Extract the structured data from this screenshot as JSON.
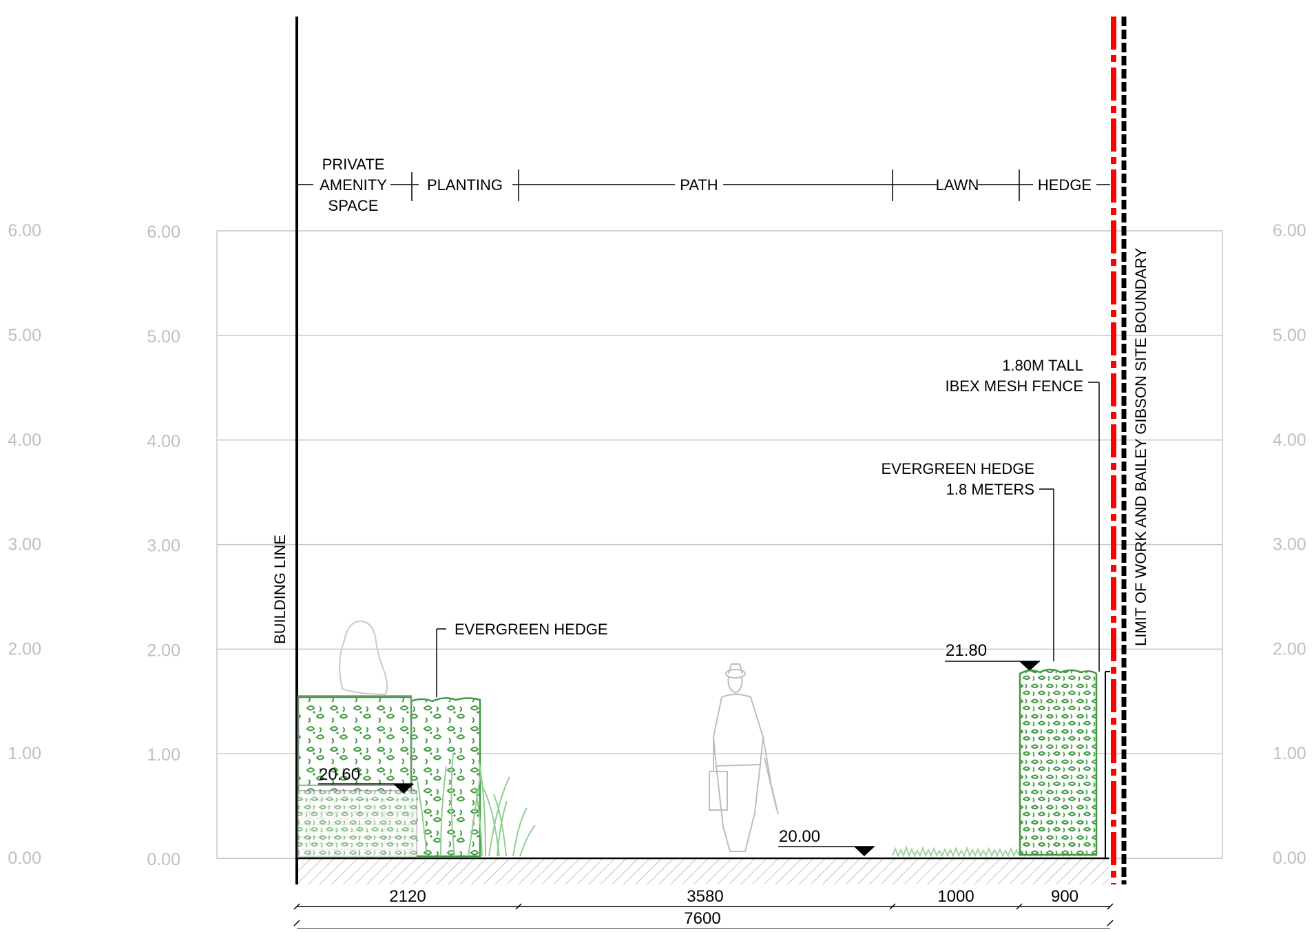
{
  "section": {
    "zones": [
      "PRIVATE\nAMENITY\nSPACE",
      "PLANTING",
      "PATH",
      "LAWN",
      "HEDGE"
    ],
    "zone_private_line1": "PRIVATE",
    "zone_private_line2": "AMENITY",
    "zone_private_line3": "SPACE",
    "zone_planting": "PLANTING",
    "zone_path": "PATH",
    "zone_lawn": "LAWN",
    "zone_hedge": "HEDGE",
    "building_line": "BUILDING LINE",
    "site_boundary": "LIMIT OF WORK AND BAILEY GIBSON SITE BOUNDARY",
    "fence_line1": "1.80M TALL",
    "fence_line2": "IBEX MESH FENCE",
    "hedge_right_line1": "EVERGREEN HEDGE",
    "hedge_right_line2": "1.8 METERS",
    "hedge_left": "EVERGREEN HEDGE",
    "level_left": "20.60",
    "level_path": "20.00",
    "level_hedge": "21.80"
  },
  "grid": {
    "labels": [
      "0.00",
      "1.00",
      "2.00",
      "3.00",
      "4.00",
      "5.00",
      "6.00"
    ],
    "values": [
      0,
      1,
      2,
      3,
      4,
      5,
      6
    ]
  },
  "dimensions": {
    "segments": [
      "2120",
      "3580",
      "1000",
      "900"
    ],
    "total": "7600"
  },
  "colors": {
    "hedge": "#3f9a3f",
    "grass": "#9fd59f",
    "boundary": "#ff0000",
    "grid": "#c8c8c8",
    "grid_text": "#bfbfbf"
  }
}
